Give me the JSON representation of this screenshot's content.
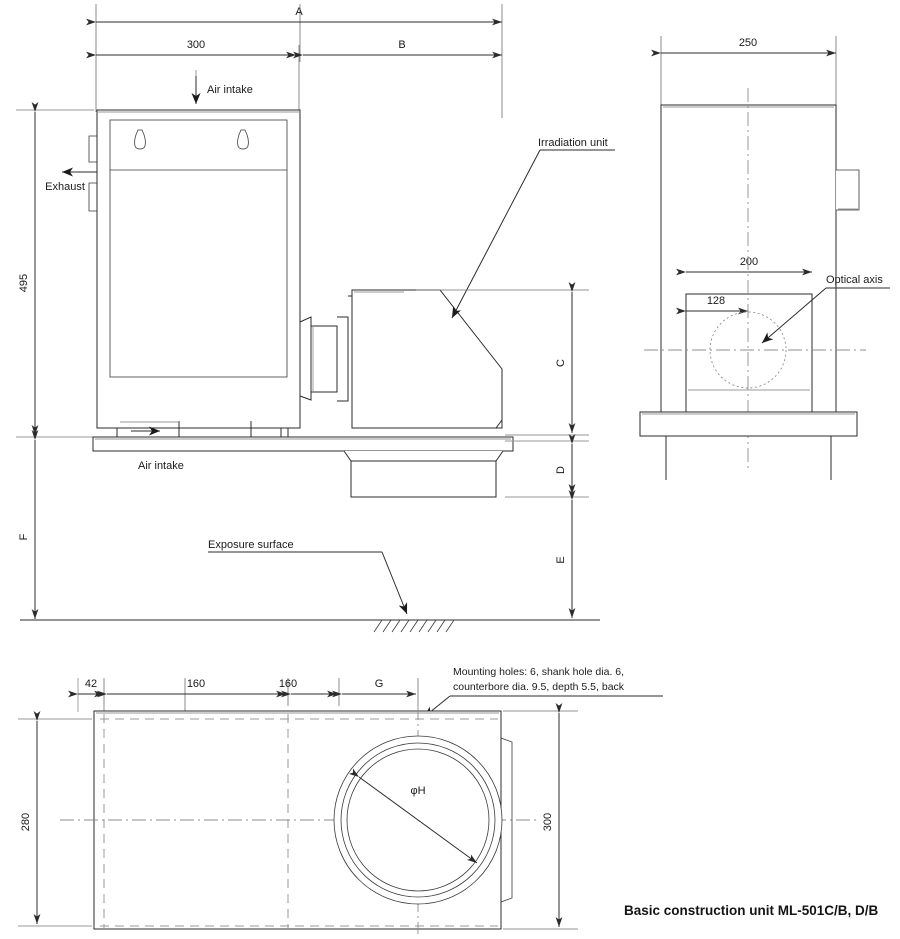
{
  "drawing": {
    "title": "Basic construction unit ML-501C/B, D/B",
    "views": {
      "side": {
        "name": "side-elevation-view",
        "dimensions": {
          "overall_width_symbol": "A",
          "lamp_house_width": "300",
          "irradiation_unit_width_symbol": "B",
          "lamp_house_height": "495",
          "irradiation_unit_height_symbol": "C",
          "nozzle_height_symbol": "D",
          "working_distance_symbol": "E",
          "total_height_symbol": "F"
        },
        "labels": {
          "air_intake_top": "Air intake",
          "air_intake_bottom": "Air intake",
          "exhaust": "Exhaust",
          "irradiation_unit": "Irradiation unit",
          "exposure_surface": "Exposure surface"
        }
      },
      "front": {
        "name": "front-elevation-view",
        "dimensions": {
          "overall_width": "250",
          "head_width": "200",
          "axis_offset": "128"
        },
        "labels": {
          "optical_axis": "Optical axis"
        }
      },
      "plan": {
        "name": "bottom-plan-view",
        "dimensions": {
          "edge_offset": "42",
          "pitch_1": "160",
          "pitch_2": "160",
          "aperture_offset_symbol": "G",
          "depth_inner": "280",
          "depth_outer": "300",
          "aperture_diameter_symbol": "φH"
        },
        "notes": {
          "mounting_holes_line1": "Mounting holes: 6, shank hole dia. 6,",
          "mounting_holes_line2": "counterbore dia. 9.5, depth 5.5, back"
        }
      }
    },
    "colors": {
      "line": "#2b2b2b",
      "light_line": "#9a9a9a",
      "center_line": "#8d8d8d",
      "background": "#ffffff",
      "text": "#1b1b1b"
    }
  }
}
